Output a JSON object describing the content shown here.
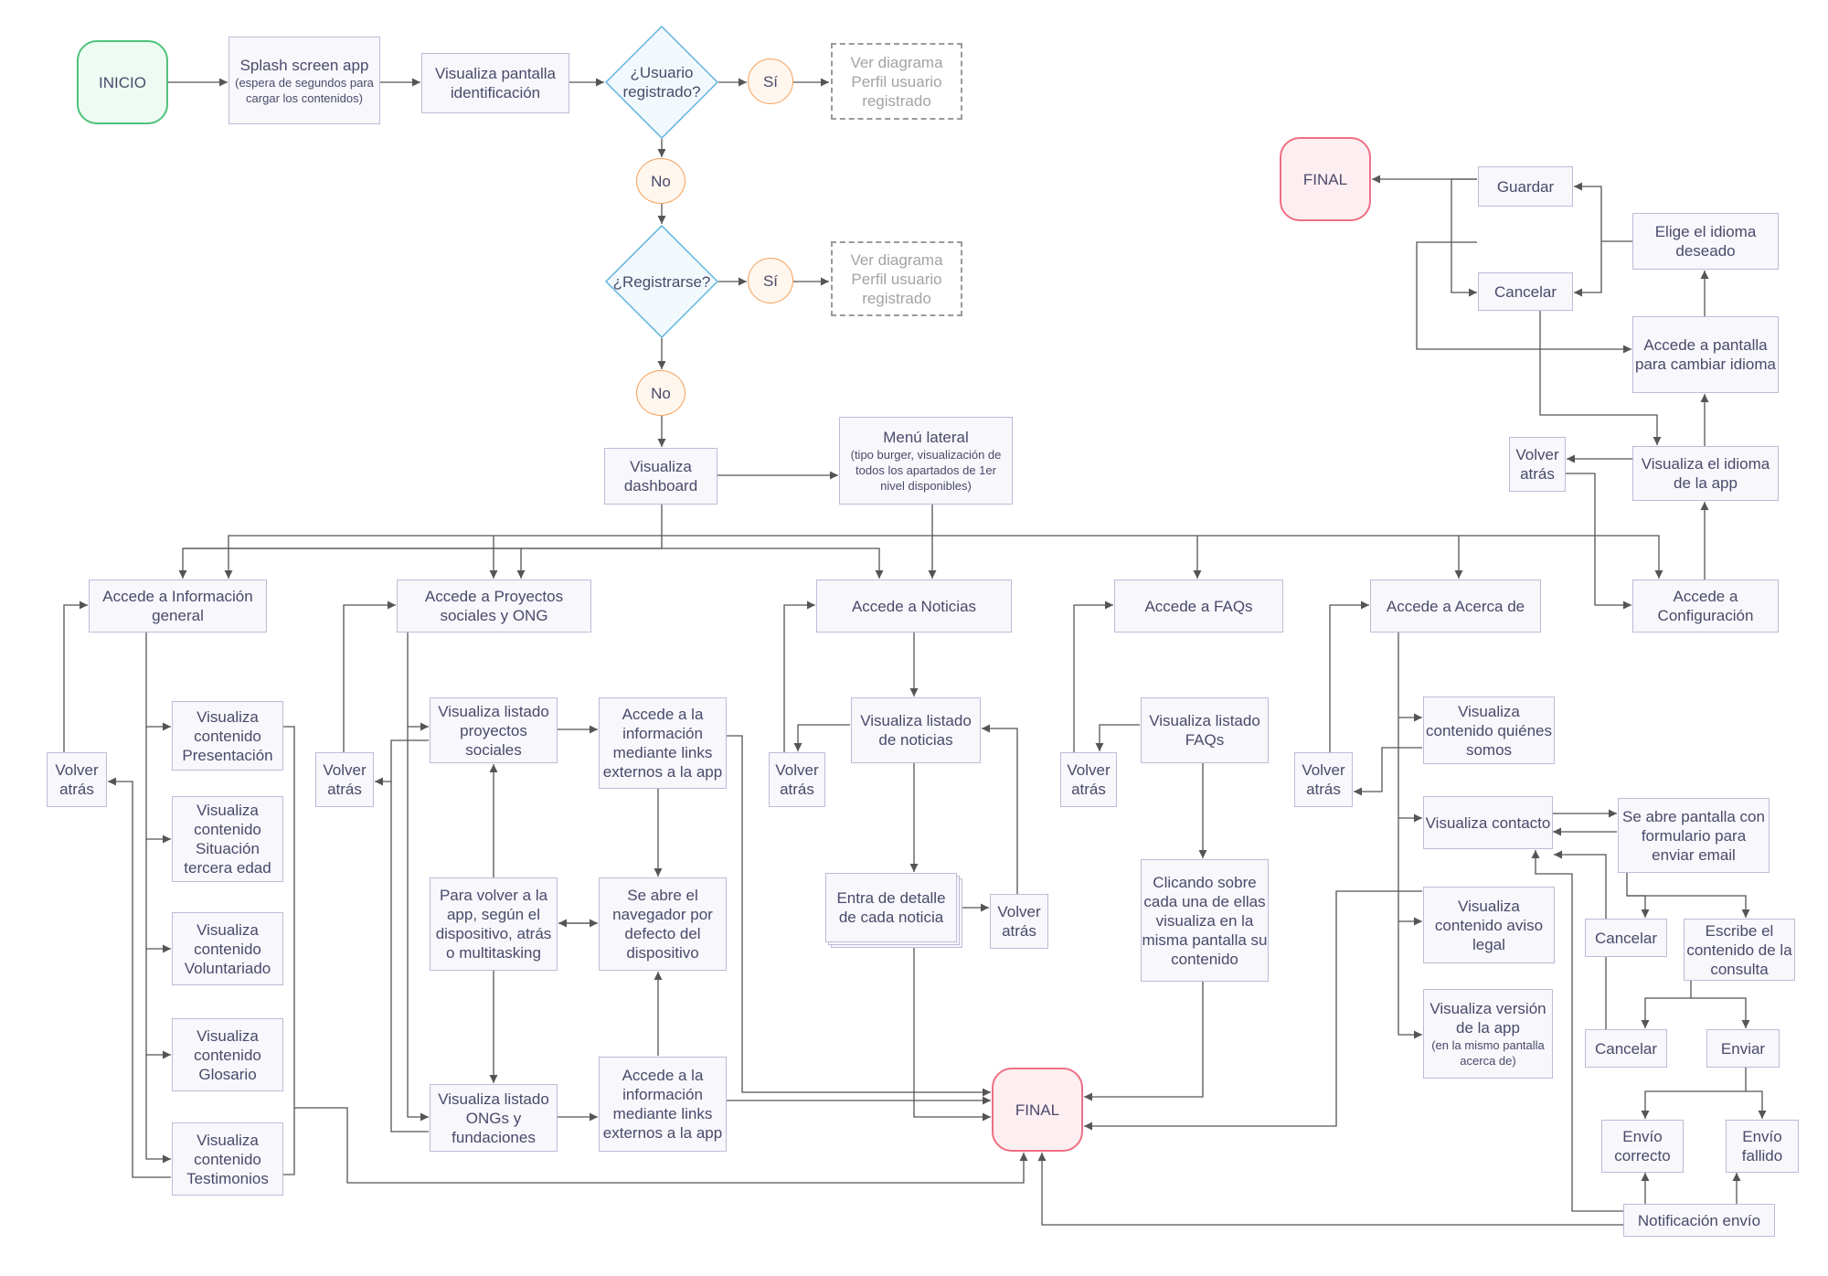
{
  "nodes": {
    "inicio": "INICIO",
    "splash": "Splash screen app",
    "splash_sub": "(espera de segundos para cargar los contenidos)",
    "ident": "Visualiza pantalla identificación",
    "usuario_q": "¿Usuario registrado?",
    "si1": "Sí",
    "perfil1": "Ver diagrama Perfil usuario registrado",
    "no1": "No",
    "registrarse_q": "¿Registrarse?",
    "si2": "Sí",
    "perfil2": "Ver diagrama Perfil usuario registrado",
    "no2": "No",
    "dashboard": "Visualiza dashboard",
    "menu": "Menú lateral",
    "menu_sub": "(tipo burger, visualización de todos los apartados de 1er nivel disponibles)",
    "final_top": "FINAL",
    "guardar": "Guardar",
    "cancelar_idioma": "Cancelar",
    "elige_idioma": "Elige el idioma deseado",
    "pantalla_idioma": "Accede a pantalla para cambiar idioma",
    "visualiza_idioma": "Visualiza el idioma de la app",
    "volver_config": "Volver atrás",
    "acc_info": "Accede a Información general",
    "acc_proyectos": "Accede a Proyectos sociales y ONG",
    "acc_noticias": "Accede a Noticias",
    "acc_faqs": "Accede a FAQs",
    "acc_acerca": "Accede a Acerca de",
    "acc_config": "Accede a Configuración",
    "vol_info": "Volver atrás",
    "vc_presentacion": "Visualiza contenido Presentación",
    "vc_situacion": "Visualiza contenido Situación tercera edad",
    "vc_voluntariado": "Visualiza contenido Voluntariado",
    "vc_glosario": "Visualiza contenido Glosario",
    "vc_testimonios": "Visualiza contenido Testimonios",
    "vol_proy": "Volver atrás",
    "listado_proyectos": "Visualiza listado proyectos sociales",
    "links1": "Accede a la información mediante links externos a la app",
    "para_volver": "Para volver a la app, según el dispositivo, atrás o multitasking",
    "navegador": "Se abre el navegador por defecto del dispositivo",
    "listado_ongs": "Visualiza listado ONGs y fundaciones",
    "links2": "Accede a la información mediante links externos a la app",
    "vol_noticias": "Volver atrás",
    "listado_noticias": "Visualiza listado de noticias",
    "detalle_noticia": "Entra de detalle de cada noticia",
    "vol_detalle": "Volver atrás",
    "vol_faqs": "Volver atrás",
    "listado_faqs": "Visualiza listado FAQs",
    "clicando": "Clicando sobre cada una de ellas visualiza en la misma pantalla su contenido",
    "final_main": "FINAL",
    "vol_acerca": "Volver atrás",
    "quienes": "Visualiza contenido quiénes somos",
    "contacto": "Visualiza contacto",
    "aviso": "Visualiza contenido aviso legal",
    "version": "Visualiza versión de la app",
    "version_sub": "(en la mismo pantalla acerca de)",
    "formulario": "Se abre pantalla con formulario para enviar email",
    "cancelar1": "Cancelar",
    "escribe": "Escribe el contenido de la consulta",
    "cancelar2": "Cancelar",
    "enviar": "Enviar",
    "envio_correcto": "Envío correcto",
    "envio_fallido": "Envío fallido",
    "notificacion": "Notificación envío"
  },
  "colors": {
    "box_border": "#bcbcd8",
    "box_fill": "#f7f7fc",
    "text": "#4a4a6a",
    "start_border": "#4fc27c",
    "final_border": "#ee6f84",
    "decision_border": "#5fb3dd",
    "circle_border": "#f5a05a",
    "line": "#555555"
  }
}
